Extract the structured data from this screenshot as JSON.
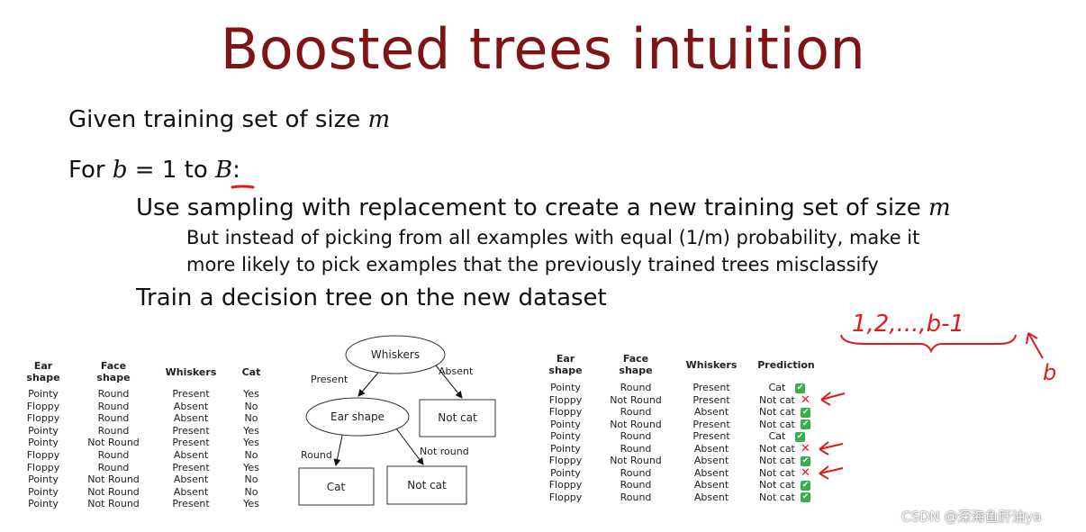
{
  "slide": {
    "title": "Boosted trees intuition",
    "line1_text": "Given training set of size ",
    "line1_var": "m",
    "line2_prefix": "For ",
    "line2_var_b": "b",
    "line2_mid": " = 1 to ",
    "line2_var_B": "B",
    "line2_suffix": ":",
    "line3_text": "Use sampling with replacement to create a new training set of size ",
    "line3_var": "m",
    "line4_text": "But instead of picking from all examples with equal (1/m) probability, make it",
    "line5_text": "more likely to pick examples that the previously trained trees misclassify",
    "line6_text": "Train a decision tree on the new dataset"
  },
  "left_table": {
    "headers": [
      "Ear shape",
      "Face shape",
      "Whiskers",
      "Cat"
    ],
    "rows": [
      [
        "Pointy",
        "Round",
        "Present",
        "Yes"
      ],
      [
        "Floppy",
        "Round",
        "Absent",
        "No"
      ],
      [
        "Floppy",
        "Round",
        "Absent",
        "No"
      ],
      [
        "Pointy",
        "Round",
        "Present",
        "Yes"
      ],
      [
        "Pointy",
        "Not Round",
        "Present",
        "Yes"
      ],
      [
        "Floppy",
        "Round",
        "Absent",
        "No"
      ],
      [
        "Floppy",
        "Round",
        "Present",
        "Yes"
      ],
      [
        "Pointy",
        "Not Round",
        "Absent",
        "No"
      ],
      [
        "Pointy",
        "Not Round",
        "Absent",
        "No"
      ],
      [
        "Pointy",
        "Not Round",
        "Present",
        "Yes"
      ]
    ]
  },
  "tree": {
    "root": "Whiskers",
    "edge_present": "Present",
    "edge_absent": "Absent",
    "mid_node": "Ear shape",
    "leaf_right": "Not cat",
    "edge_round": "Round",
    "edge_not_round": "Not round",
    "leaf_cat": "Cat",
    "leaf_not_cat": "Not cat"
  },
  "right_table": {
    "headers": [
      "Ear shape",
      "Face shape",
      "Whiskers",
      "Prediction"
    ],
    "rows": [
      {
        "ear": "Pointy",
        "face": "Round",
        "whiskers": "Present",
        "pred": "Cat",
        "mark": "check"
      },
      {
        "ear": "Floppy",
        "face": "Not Round",
        "whiskers": "Present",
        "pred": "Not cat",
        "mark": "cross"
      },
      {
        "ear": "Floppy",
        "face": "Round",
        "whiskers": "Absent",
        "pred": "Not cat",
        "mark": "check"
      },
      {
        "ear": "Pointy",
        "face": "Not Round",
        "whiskers": "Present",
        "pred": "Not cat",
        "mark": "check"
      },
      {
        "ear": "Pointy",
        "face": "Round",
        "whiskers": "Present",
        "pred": "Cat",
        "mark": "check"
      },
      {
        "ear": "Pointy",
        "face": "Round",
        "whiskers": "Absent",
        "pred": "Not cat",
        "mark": "cross"
      },
      {
        "ear": "Floppy",
        "face": "Not Round",
        "whiskers": "Absent",
        "pred": "Not cat",
        "mark": "check"
      },
      {
        "ear": "Pointy",
        "face": "Round",
        "whiskers": "Absent",
        "pred": "Not cat",
        "mark": "cross"
      },
      {
        "ear": "Floppy",
        "face": "Round",
        "whiskers": "Absent",
        "pred": "Not cat",
        "mark": "check"
      },
      {
        "ear": "Floppy",
        "face": "Round",
        "whiskers": "Absent",
        "pred": "Not cat",
        "mark": "check"
      }
    ]
  },
  "annotations": {
    "sequence": "1,2,...,b-1",
    "b_label": "b",
    "ink_color": "#e01b1b"
  },
  "colors": {
    "title": "#7f1414",
    "check": "#37b04a",
    "cross": "#e11b1b"
  },
  "watermark": "CSDN @深海鱼肝油ya"
}
